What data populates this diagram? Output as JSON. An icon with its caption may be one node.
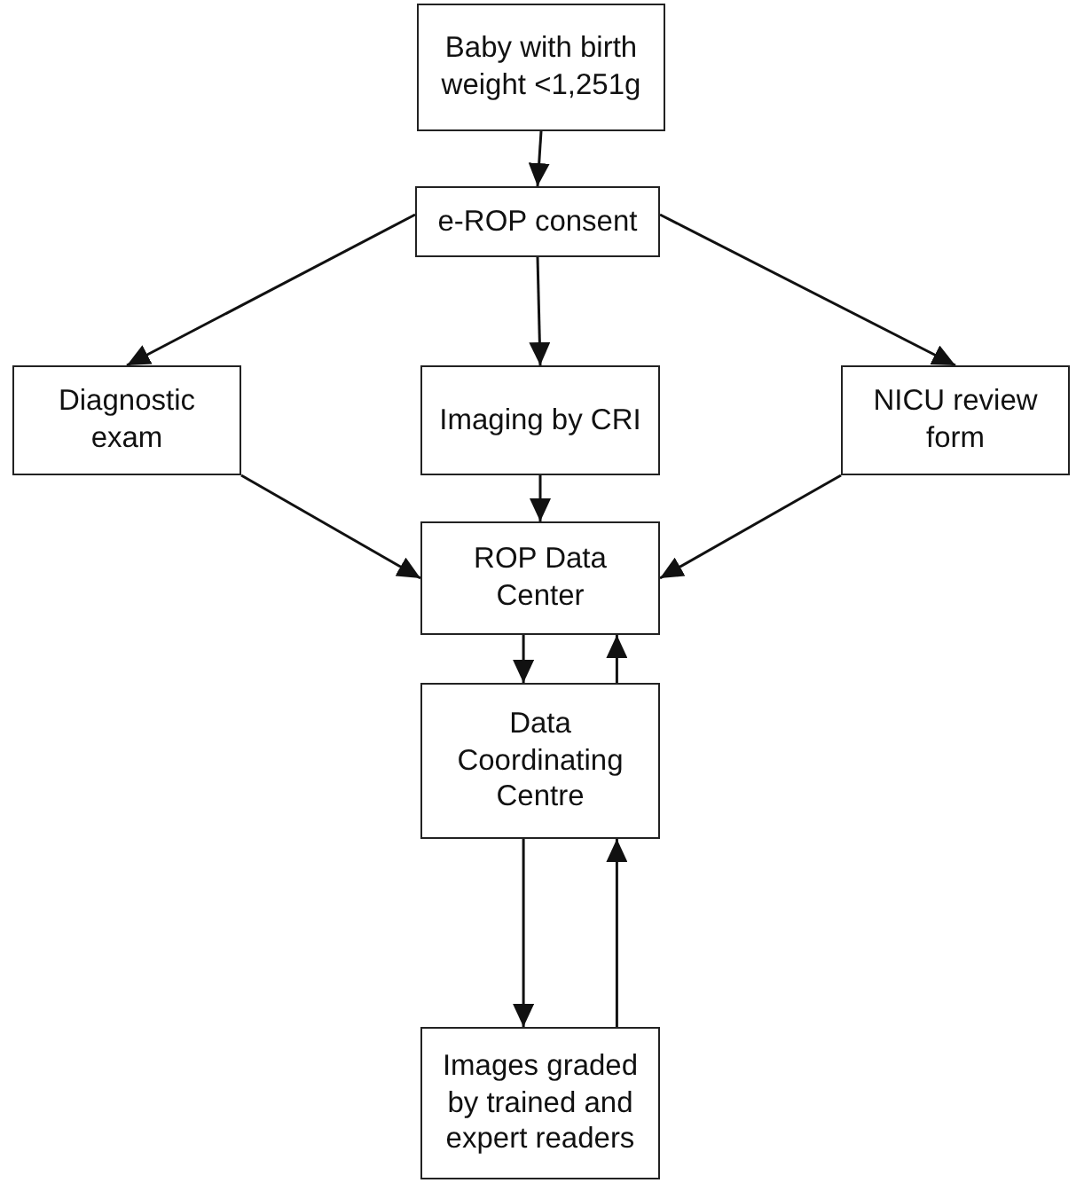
{
  "diagram": {
    "nodes": [
      {
        "text": [
          "Baby with birth weight <1,251g"
        ]
      },
      {
        "text": [
          "e-ROP consent"
        ]
      },
      {
        "text": [
          "Diagnostic exam"
        ]
      },
      {
        "text": [
          "Imaging by CRI"
        ]
      },
      {
        "text": [
          "NICU review form"
        ]
      },
      {
        "text": [
          "ROP Data Center"
        ]
      },
      {
        "text": [
          "Data Coordinating Centre"
        ]
      },
      {
        "text": [
          "Images graded by trained and expert readers"
        ]
      }
    ],
    "edges": [
      {
        "from": 0,
        "to": 1,
        "arrow": "to"
      },
      {
        "from": 1,
        "to": 2,
        "arrow": "to"
      },
      {
        "from": 1,
        "to": 3,
        "arrow": "to"
      },
      {
        "from": 1,
        "to": 4,
        "arrow": "to"
      },
      {
        "from": 2,
        "to": 5,
        "arrow": "to"
      },
      {
        "from": 3,
        "to": 5,
        "arrow": "to"
      },
      {
        "from": 4,
        "to": 5,
        "arrow": "to"
      },
      {
        "from": 5,
        "to": 6,
        "arrow": "to"
      },
      {
        "from": 6,
        "to": 5,
        "arrow": "to"
      },
      {
        "from": 6,
        "to": 7,
        "arrow": "to"
      },
      {
        "from": 7,
        "to": 6,
        "arrow": "to"
      }
    ]
  }
}
